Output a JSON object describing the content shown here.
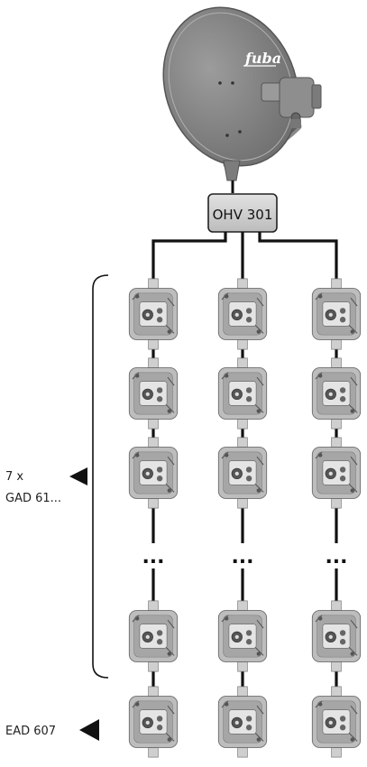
{
  "dish": {
    "brand": "fuba"
  },
  "amplifier": {
    "label": "OHV 301"
  },
  "group_label": {
    "line1": "7 x",
    "line2": "GAD 61..."
  },
  "end_label": "EAD 607",
  "ellipsis": "...",
  "colors": {
    "dish": "#8a8a8a",
    "socket_frame": "#bdbdbd",
    "cable": "#111111",
    "amplifier_box": "#cfcfcf"
  }
}
